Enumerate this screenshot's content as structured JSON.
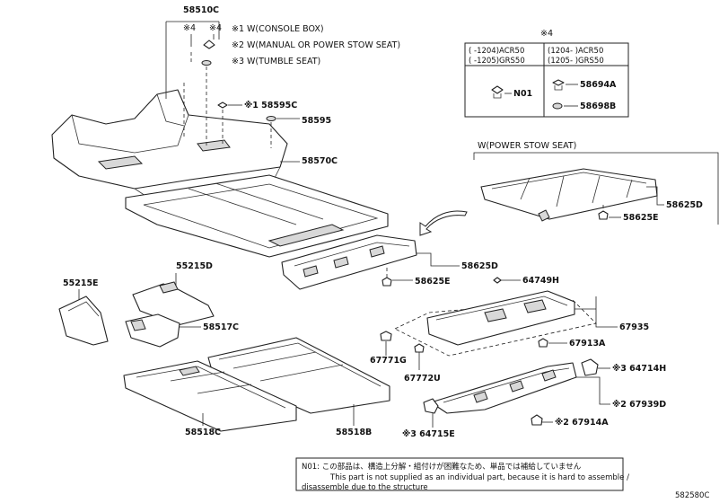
{
  "notes": {
    "w1": "※1 W(CONSOLE BOX)",
    "w2": "※2 W(MANUAL OR POWER STOW SEAT)",
    "w3": "※3 W(TUMBLE SEAT)",
    "mark4_a": "※4",
    "mark4_b": "※4",
    "mark4_table": "※4",
    "power_stow": "W(POWER STOW SEAT)"
  },
  "table": {
    "row1_left": "(      -1204)ACR50",
    "row2_left": "(      -1205)GRS50",
    "row1_right": "(1204-      )ACR50",
    "row2_right": "(1205-      )GRS50",
    "cell_n01": "N01",
    "cell_58694a": "58694A",
    "cell_58698b": "58698B"
  },
  "parts": {
    "p58510c": "58510C",
    "p58595c": "※1 58595C",
    "p58595": "58595",
    "p58570c": "58570C",
    "p58625d_right": "58625D",
    "p58625e_right": "58625E",
    "p58625d_left": "58625D",
    "p58625e_left": "58625E",
    "p55215e": "55215E",
    "p55215d": "55215D",
    "p58517c": "58517C",
    "p64749h": "64749H",
    "p67935": "67935",
    "p67913a": "67913A",
    "p67771g": "67771G",
    "p67772u": "67772U",
    "p64714h": "※3 64714H",
    "p67939d": "※2 67939D",
    "p67914a": "※2 67914A",
    "p64715e": "※3 64715E",
    "p58518c": "58518C",
    "p58518b": "58518B"
  },
  "footer_note": {
    "line1": "N01: この部品は、構造上分解・組付けが困難なため、単品では補給していません",
    "line2_jp_en": "This part is not supplied as an individual part, because it is hard to assemble /",
    "line3": "disassemble due to the structure"
  },
  "diagram_id": "582580C"
}
